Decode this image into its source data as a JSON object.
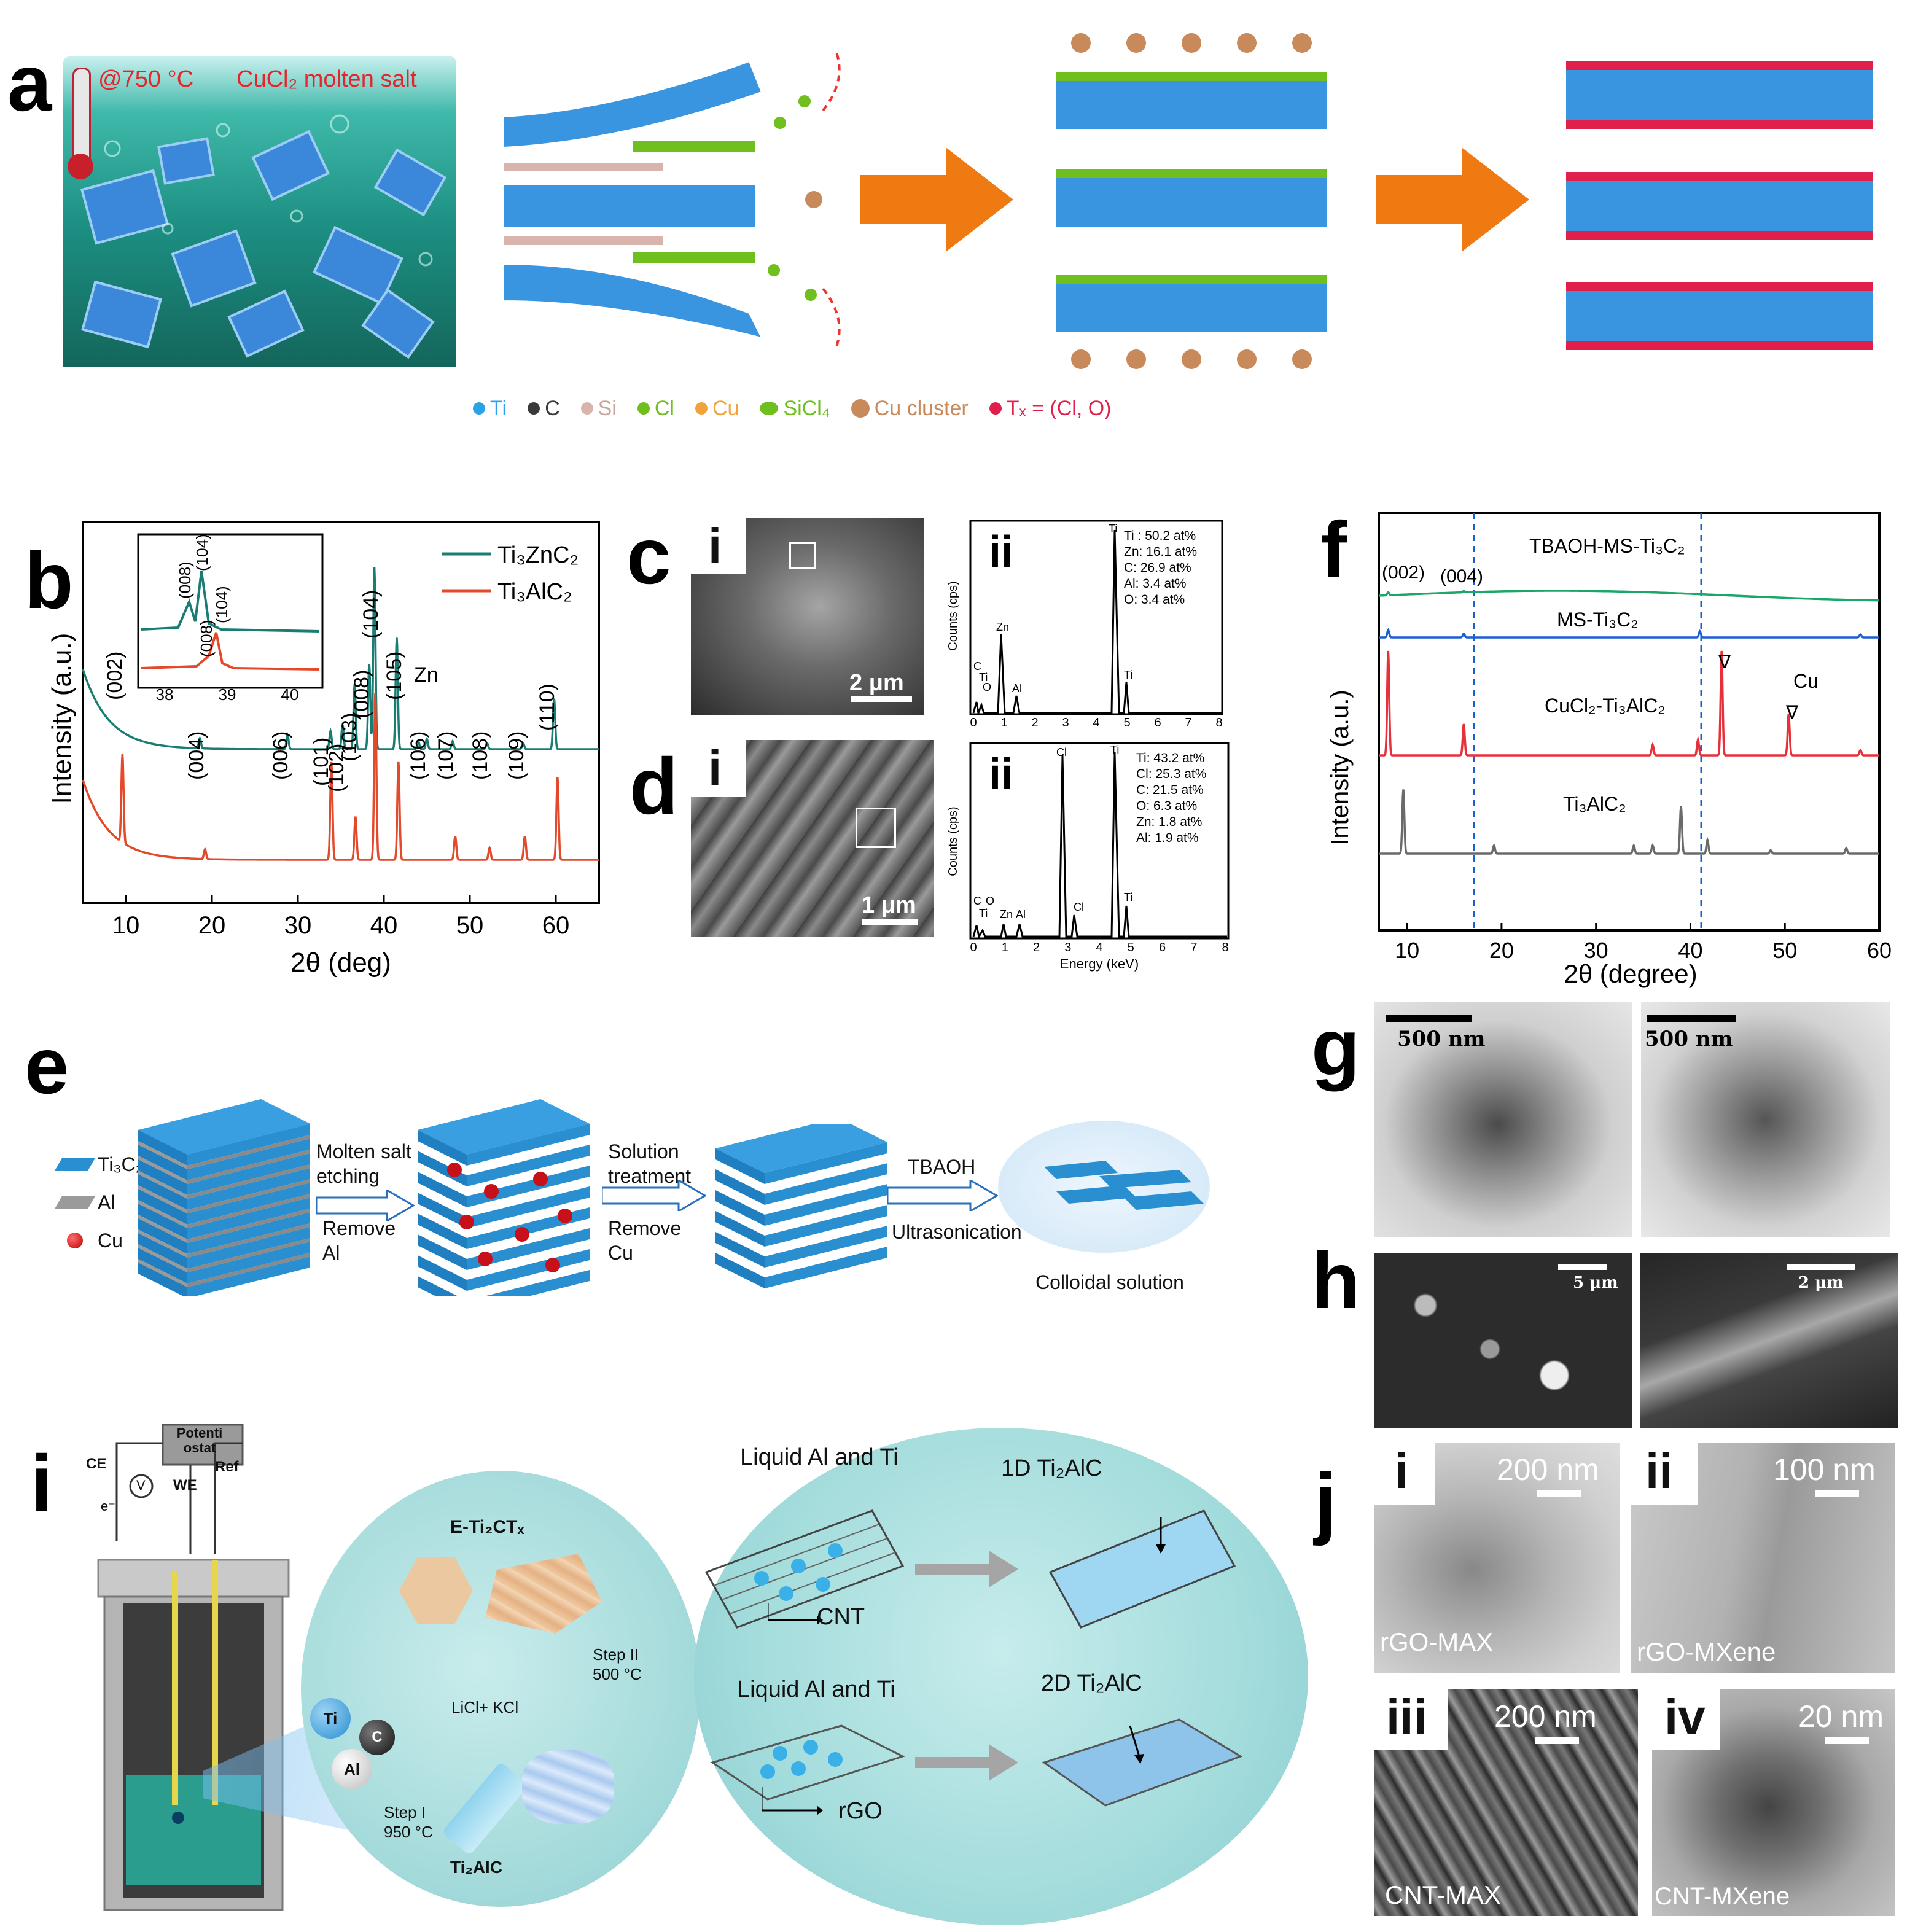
{
  "panels": {
    "a": "a",
    "b": "b",
    "c": "c",
    "d": "d",
    "e": "e",
    "f": "f",
    "g": "g",
    "h": "h",
    "i": "i",
    "j": "j"
  },
  "panel_a": {
    "temp": "@750 °C",
    "salt": "CuCl₂ molten salt",
    "legend": [
      "Ti",
      "C",
      "Si",
      "Cl",
      "Cu",
      "SiCl₄",
      "Cu cluster",
      "Tₓ = (Cl, O)"
    ],
    "legend_colors": [
      "#29a3e6",
      "#3a3a3a",
      "#d8b4ac",
      "#6fbf1f",
      "#f2a23a",
      "#6fbf1f",
      "#c88a5a",
      "#e0204a"
    ],
    "arrow_color": "#f07a12"
  },
  "panel_b": {
    "ylabel": "Intensity (a.u.)",
    "xlabel": "2θ (deg)",
    "legend": [
      "Ti₃ZnC₂",
      "Ti₃AlC₂"
    ],
    "inset_labels": [
      "(008)",
      "(104)",
      "(008)",
      "(104)"
    ],
    "inset_ticks": [
      "38",
      "39",
      "40"
    ],
    "peak_labels": [
      "(002)",
      "(004)",
      "(006)",
      "(101)",
      "(102)",
      "(103)",
      "(008)",
      "(104)",
      "(105)",
      "Zn",
      "(106)",
      "(107)",
      "(108)",
      "(109)",
      "(110)"
    ]
  },
  "panel_c": {
    "sub_i": "i",
    "sub_ii": "ii",
    "scale": "2 μm",
    "eds": [
      "Ti : 50.2 at%",
      "Zn: 16.1 at%",
      "C: 26.9 at%",
      "Al: 3.4 at%",
      "O: 3.4 at%"
    ],
    "ylabel": "Counts (cps)",
    "peaks": [
      "Ti",
      "Zn",
      "C",
      "Ti",
      "O",
      "Al",
      "Ti"
    ]
  },
  "panel_d": {
    "sub_i": "i",
    "sub_ii": "ii",
    "scale": "1 μm",
    "eds": [
      "Ti: 43.2 at%",
      "Cl: 25.3 at%",
      "C: 21.5 at%",
      "O: 6.3 at%",
      "Zn: 1.8 at%",
      "Al: 1.9 at%"
    ],
    "ylabel": "Counts (cps)",
    "xlabel": "Energy (keV)",
    "peaks": [
      "Cl",
      "Ti",
      "C",
      "O",
      "Ti",
      "Zn",
      "Al",
      "Cl",
      "Ti"
    ]
  },
  "panel_e": {
    "legend": [
      "Ti₃C₂",
      "Al",
      "Cu"
    ],
    "step1_top": "Molten salt etching",
    "step1_bottom": "Remove Al",
    "step2_top": "Solution treatment",
    "step2_bottom": "Remove Cu",
    "step3_top": "TBAOH",
    "step3_bottom": "Ultrasonication",
    "result": "Colloidal solution"
  },
  "panel_f": {
    "ylabel": "Intensity (a.u.)",
    "xlabel": "2θ (degree)",
    "series": [
      "TBAOH-MS-Ti₃C₂",
      "MS-Ti₃C₂",
      "CuCl₂-Ti₃AlC₂",
      "Ti₃AlC₂"
    ],
    "series_colors": [
      "#1aa868",
      "#1a5fd0",
      "#e8303a",
      "#6a6a6a"
    ],
    "peaks": [
      "(002)",
      "(004)"
    ],
    "cu": "Cu",
    "ticks": [
      "10",
      "20",
      "30",
      "40",
      "50",
      "60"
    ]
  },
  "panel_g": {
    "scale1": "500 nm",
    "scale2": "500 nm"
  },
  "panel_h": {
    "scale1": "5 μm",
    "scale2": "2 μm"
  },
  "panel_i": {
    "potentiostat": "Potenti ostat",
    "ce": "CE",
    "we": "WE",
    "ref": "Ref",
    "v": "V",
    "e": "e⁻",
    "e_ti2ctx": "E-Ti₂CTₓ",
    "step2": "Step II 500 °C",
    "licl": "LiCl+ KCl",
    "ti": "Ti",
    "c": "C",
    "al": "Al",
    "step1": "Step I 950 °C",
    "ti2alc": "Ti₂AlC",
    "liquid1": "Liquid Al and Ti",
    "liquid2": "Liquid Al and Ti",
    "cnt": "CNT",
    "rgo": "rGO",
    "one_d": "1D Ti₂AlC",
    "two_d": "2D Ti₂AlC"
  },
  "panel_j": {
    "i": "i",
    "ii": "ii",
    "iii": "iii",
    "iv": "iv",
    "s1": "200 nm",
    "s2": "100 nm",
    "s3": "200 nm",
    "s4": "20 nm",
    "l1": "rGO-MAX",
    "l2": "rGO-MXene",
    "l3": "CNT-MAX",
    "l4": "CNT-MXene"
  },
  "chart_data": [
    {
      "type": "line",
      "panel": "b",
      "xlabel": "2θ (deg)",
      "ylabel": "Intensity (a.u.)",
      "xlim": [
        5,
        65
      ],
      "xticks": [
        10,
        20,
        30,
        40,
        50,
        60
      ],
      "series": [
        {
          "name": "Ti₃ZnC₂",
          "color": "#1a7d74",
          "peaks": [
            [
              18.6,
              0.05
            ],
            [
              28.8,
              0.07
            ],
            [
              33.8,
              0.09
            ],
            [
              35.2,
              0.12
            ],
            [
              36.6,
              0.32
            ],
            [
              38.3,
              0.42
            ],
            [
              38.9,
              0.9
            ],
            [
              41.5,
              0.55
            ],
            [
              44.0,
              0.04
            ],
            [
              45.0,
              0.05
            ],
            [
              48.0,
              0.04
            ],
            [
              52.0,
              0.03
            ],
            [
              56.2,
              0.03
            ],
            [
              59.8,
              0.25
            ]
          ]
        },
        {
          "name": "Ti₃AlC₂",
          "color": "#e34a2c",
          "peaks": [
            [
              9.6,
              0.45
            ],
            [
              19.2,
              0.05
            ],
            [
              33.9,
              0.5
            ],
            [
              36.7,
              0.22
            ],
            [
              39.0,
              0.85
            ],
            [
              41.7,
              0.5
            ],
            [
              48.3,
              0.12
            ],
            [
              52.3,
              0.06
            ],
            [
              56.4,
              0.12
            ],
            [
              60.2,
              0.42
            ]
          ]
        }
      ]
    },
    {
      "type": "line",
      "panel": "f",
      "xlabel": "2θ (degree)",
      "ylabel": "Intensity (a.u.)",
      "xlim": [
        7,
        60
      ],
      "xticks": [
        10,
        20,
        30,
        40,
        50,
        60
      ],
      "series": [
        {
          "name": "TBAOH-MS-Ti₃C₂",
          "color": "#1aa868",
          "peaks": [
            [
              8.0,
              0.12
            ],
            [
              16.0,
              0.05
            ]
          ]
        },
        {
          "name": "MS-Ti₃C₂",
          "color": "#1a5fd0",
          "peaks": [
            [
              8.0,
              0.3
            ],
            [
              16.0,
              0.15
            ],
            [
              41.0,
              0.25
            ],
            [
              58.0,
              0.12
            ]
          ]
        },
        {
          "name": "CuCl₂-Ti₃AlC₂",
          "color": "#e8303a",
          "peaks": [
            [
              8.0,
              1.0
            ],
            [
              16.0,
              0.3
            ],
            [
              36.0,
              0.1
            ],
            [
              40.8,
              0.15
            ],
            [
              43.3,
              1.0
            ],
            [
              50.4,
              0.4
            ],
            [
              58.0,
              0.05
            ]
          ]
        },
        {
          "name": "Ti₃AlC₂",
          "color": "#6a6a6a",
          "peaks": [
            [
              9.6,
              0.95
            ],
            [
              19.2,
              0.12
            ],
            [
              34.0,
              0.12
            ],
            [
              36.0,
              0.12
            ],
            [
              39.0,
              0.7
            ],
            [
              41.8,
              0.2
            ],
            [
              48.5,
              0.05
            ],
            [
              56.5,
              0.08
            ]
          ]
        }
      ]
    }
  ]
}
